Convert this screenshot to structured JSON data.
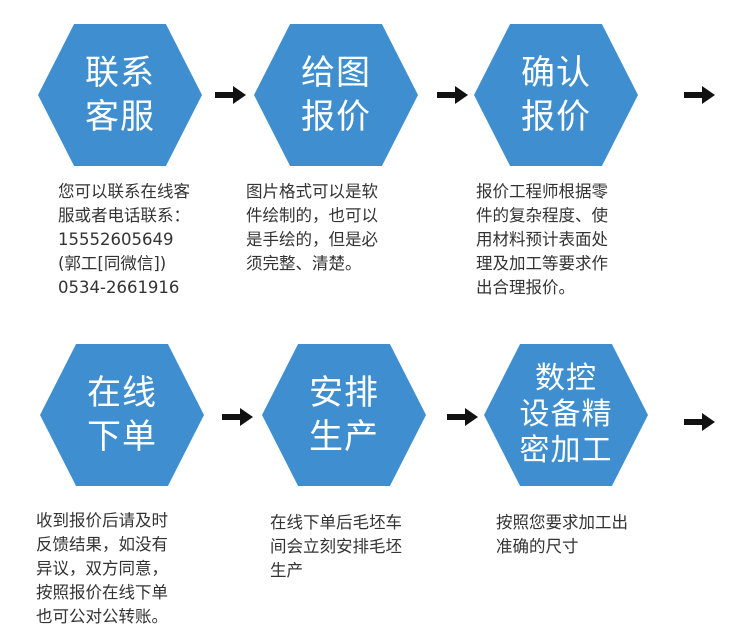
{
  "steps": [
    {
      "title": "联系\n客服",
      "desc": "您可以联系在线客\n服或者电话联系：\n15552605649\n(郭工[同微信])\n0534-2661916"
    },
    {
      "title": "给图\n报价",
      "desc": "图片格式可以是软\n件绘制的，也可以\n是手绘的，但是必\n须完整、清楚。"
    },
    {
      "title": "确认\n报价",
      "desc": "报价工程师根据零\n件的复杂程度、使\n用材料预计表面处\n理及加工等要求作\n出合理报价。"
    },
    {
      "title": "在线\n下单",
      "desc": "收到报价后请及时\n反馈结果，如没有\n异议，双方同意，\n按照报价在线下单\n也可公对公转账。"
    },
    {
      "title": "安排\n生产",
      "desc": "在线下单后毛坯车\n间会立刻安排毛坯\n生产"
    },
    {
      "title": "数控\n设备精\n密加工",
      "desc": "按照您要求加工出\n准确的尺寸"
    }
  ],
  "colors": {
    "hex": "#3f8fd0",
    "arrow": "#111111"
  }
}
